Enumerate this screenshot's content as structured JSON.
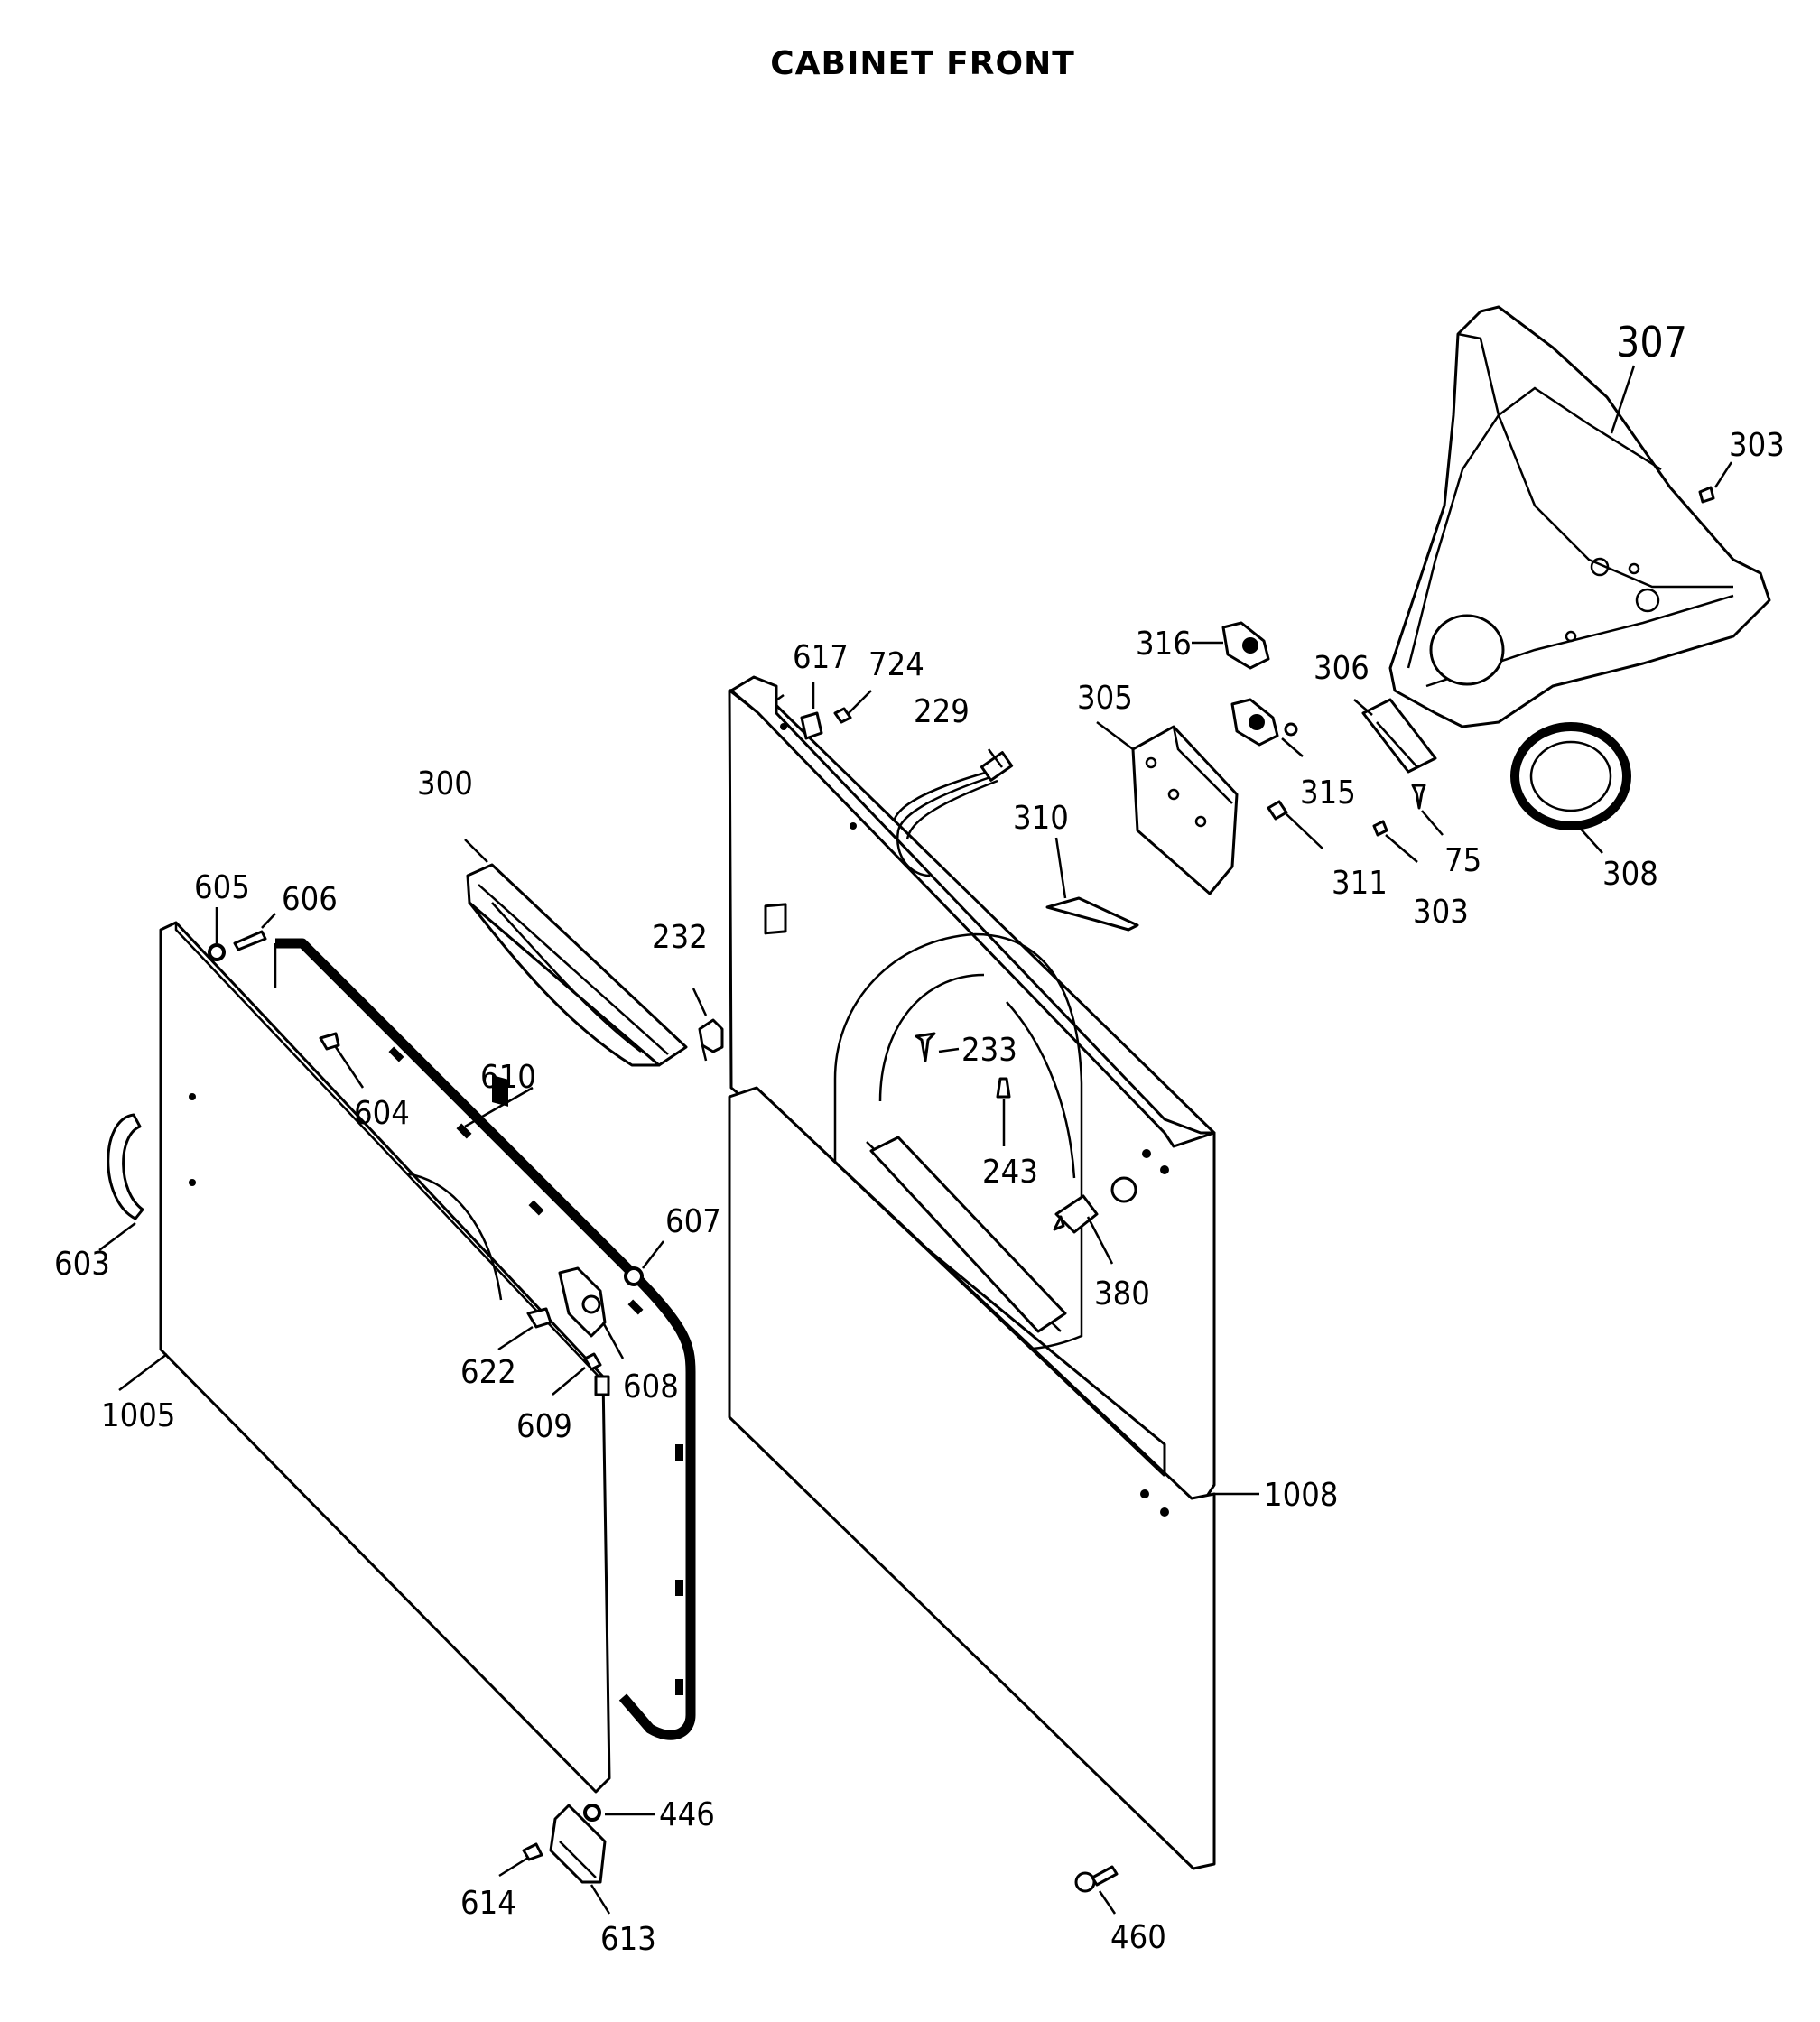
{
  "title": "CABINET FRONT",
  "parts": [
    {
      "id": "cabinet-front-top-panel",
      "label": "1008"
    },
    {
      "id": "door-panel",
      "label": "1005"
    },
    {
      "id": "door-handle",
      "label": "603"
    },
    {
      "id": "door-gasket",
      "label": "610"
    },
    {
      "id": "lint-filter-housing",
      "label": "300"
    },
    {
      "id": "door-switch",
      "label": "232"
    },
    {
      "id": "screw-233",
      "label": "233"
    },
    {
      "id": "screw-243",
      "label": "243"
    },
    {
      "id": "drum-lamp",
      "label": "380"
    },
    {
      "id": "wire-harness",
      "label": "229"
    },
    {
      "id": "clip-617",
      "label": "617"
    },
    {
      "id": "screw-724",
      "label": "724"
    },
    {
      "id": "duct-assembly",
      "label": "307"
    },
    {
      "id": "screw-303-top",
      "label": "303"
    },
    {
      "id": "screw-303-bottom",
      "label": "303"
    },
    {
      "id": "thermostat-316",
      "label": "316"
    },
    {
      "id": "thermostat-315",
      "label": "315"
    },
    {
      "id": "bracket-305",
      "label": "305"
    },
    {
      "id": "insulator-310",
      "label": "310"
    },
    {
      "id": "nut-311",
      "label": "311"
    },
    {
      "id": "bracket-306",
      "label": "306"
    },
    {
      "id": "screw-75",
      "label": "75"
    },
    {
      "id": "seal-308",
      "label": "308"
    },
    {
      "id": "washer-605",
      "label": "605"
    },
    {
      "id": "screw-606",
      "label": "606"
    },
    {
      "id": "screw-604",
      "label": "604"
    },
    {
      "id": "washer-607",
      "label": "607"
    },
    {
      "id": "screw-622",
      "label": "622"
    },
    {
      "id": "door-catch-608",
      "label": "608"
    },
    {
      "id": "screw-609",
      "label": "609"
    },
    {
      "id": "washer-446",
      "label": "446"
    },
    {
      "id": "screw-614",
      "label": "614"
    },
    {
      "id": "hinge-613",
      "label": "613"
    },
    {
      "id": "leveling-leg-460",
      "label": "460"
    }
  ]
}
